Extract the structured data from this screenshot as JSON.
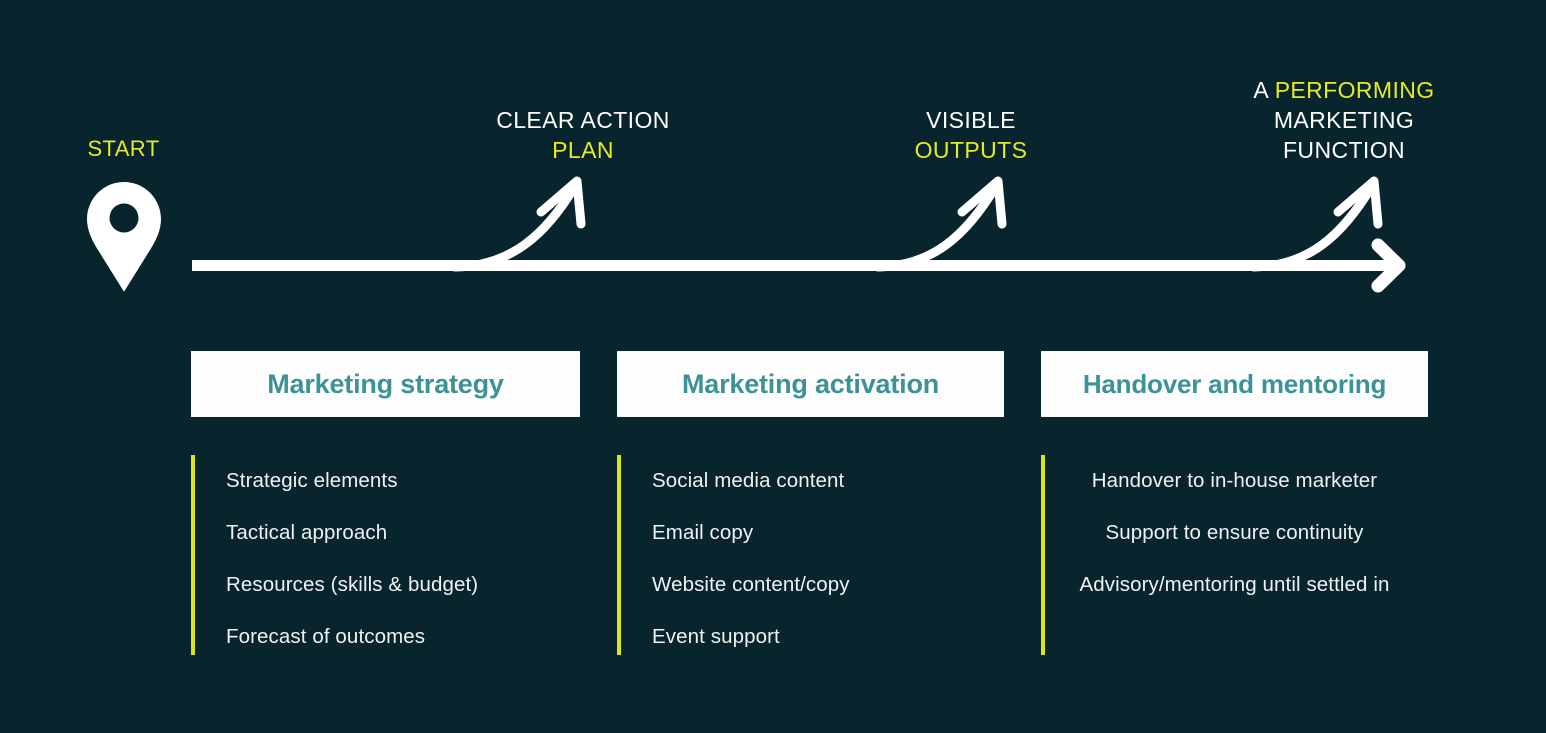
{
  "theme": {
    "background": "#08242c",
    "accent_yellow": "#e4e92a",
    "bar_yellow": "#dbe522",
    "card_background": "#fdfdfd",
    "card_title_color": "#3d9298",
    "body_text_color": "#eef2f2",
    "line_color": "#ffffff"
  },
  "journey": {
    "start": {
      "label": "START",
      "icon": "map-pin-icon"
    },
    "milestones": [
      {
        "id": "clear-action-plan",
        "lines": [
          {
            "text": "CLEAR ACTION",
            "accent": false
          },
          {
            "text": "PLAN",
            "accent": true
          }
        ]
      },
      {
        "id": "visible-outputs",
        "lines": [
          {
            "text": "VISIBLE",
            "accent": false
          },
          {
            "text": "OUTPUTS",
            "accent": true
          }
        ]
      },
      {
        "id": "performing-marketing-function",
        "lines": [
          {
            "text": "A ",
            "accent": false,
            "inline": true
          },
          {
            "text": "PERFORMING",
            "accent": true,
            "inline": true
          },
          {
            "text": "MARKETING",
            "accent": false
          },
          {
            "text": "FUNCTION",
            "accent": false
          }
        ]
      }
    ]
  },
  "columns": [
    {
      "id": "marketing-strategy",
      "title": "Marketing strategy",
      "items": [
        "Strategic elements",
        "Tactical approach",
        "Resources (skills & budget)",
        "Forecast of outcomes"
      ]
    },
    {
      "id": "marketing-activation",
      "title": "Marketing activation",
      "items": [
        "Social media content",
        "Email copy",
        "Website content/copy",
        "Event support"
      ]
    },
    {
      "id": "handover-and-mentoring",
      "title": "Handover and mentoring",
      "items": [
        "Handover to in-house marketer",
        "Support to ensure continuity",
        "Advisory/mentoring until settled in"
      ]
    }
  ]
}
